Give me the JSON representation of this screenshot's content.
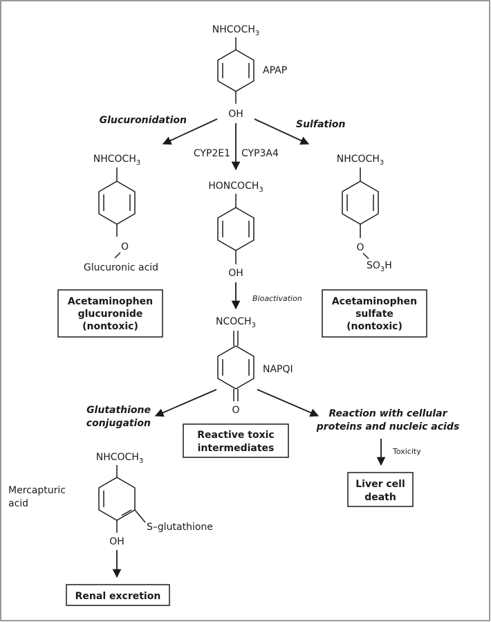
{
  "apap": {
    "group": "NHCOCH",
    "group_sub": "3",
    "label": "APAP",
    "oh": "OH"
  },
  "glucuronidation": {
    "reaction_label": "Glucuronidation",
    "group": "NHCOCH",
    "group_sub": "3",
    "oxygen": "O",
    "conjugate": "Glucuronic acid",
    "box": [
      "Acetaminophen",
      "glucuronide",
      "(nontoxic)"
    ]
  },
  "oxidation": {
    "enzyme_1": "CYP2E1",
    "enzyme_2": "CYP3A4",
    "group": "HONCOCH",
    "group_sub": "3",
    "oh": "OH",
    "step_label": "Bioactivation"
  },
  "sulfation": {
    "reaction_label": "Sulfation",
    "group": "NHCOCH",
    "group_sub": "3",
    "oxygen": "O",
    "sulfate_pre": "SO",
    "sulfate_sub": "3",
    "sulfate_post": "H",
    "box": [
      "Acetaminophen",
      "sulfate",
      "(nontoxic)"
    ]
  },
  "napqi": {
    "group": "NCOCH",
    "group_sub": "3",
    "label": "NAPQI",
    "oxygen": "O",
    "box": [
      "Reactive toxic",
      "intermediates"
    ]
  },
  "glutathione": {
    "reaction_label": [
      "Glutathione",
      "conjugation"
    ],
    "group": "NHCOCH",
    "group_sub": "3",
    "product_label": [
      "Mercapturic",
      "acid"
    ],
    "substituent": "S–glutathione",
    "oh": "OH",
    "box": "Renal excretion"
  },
  "proteins": {
    "reaction_label": [
      "Reaction with cellular",
      "proteins and nucleic acids"
    ],
    "step_label": "Toxicity",
    "box": [
      "Liver cell",
      "death"
    ]
  }
}
